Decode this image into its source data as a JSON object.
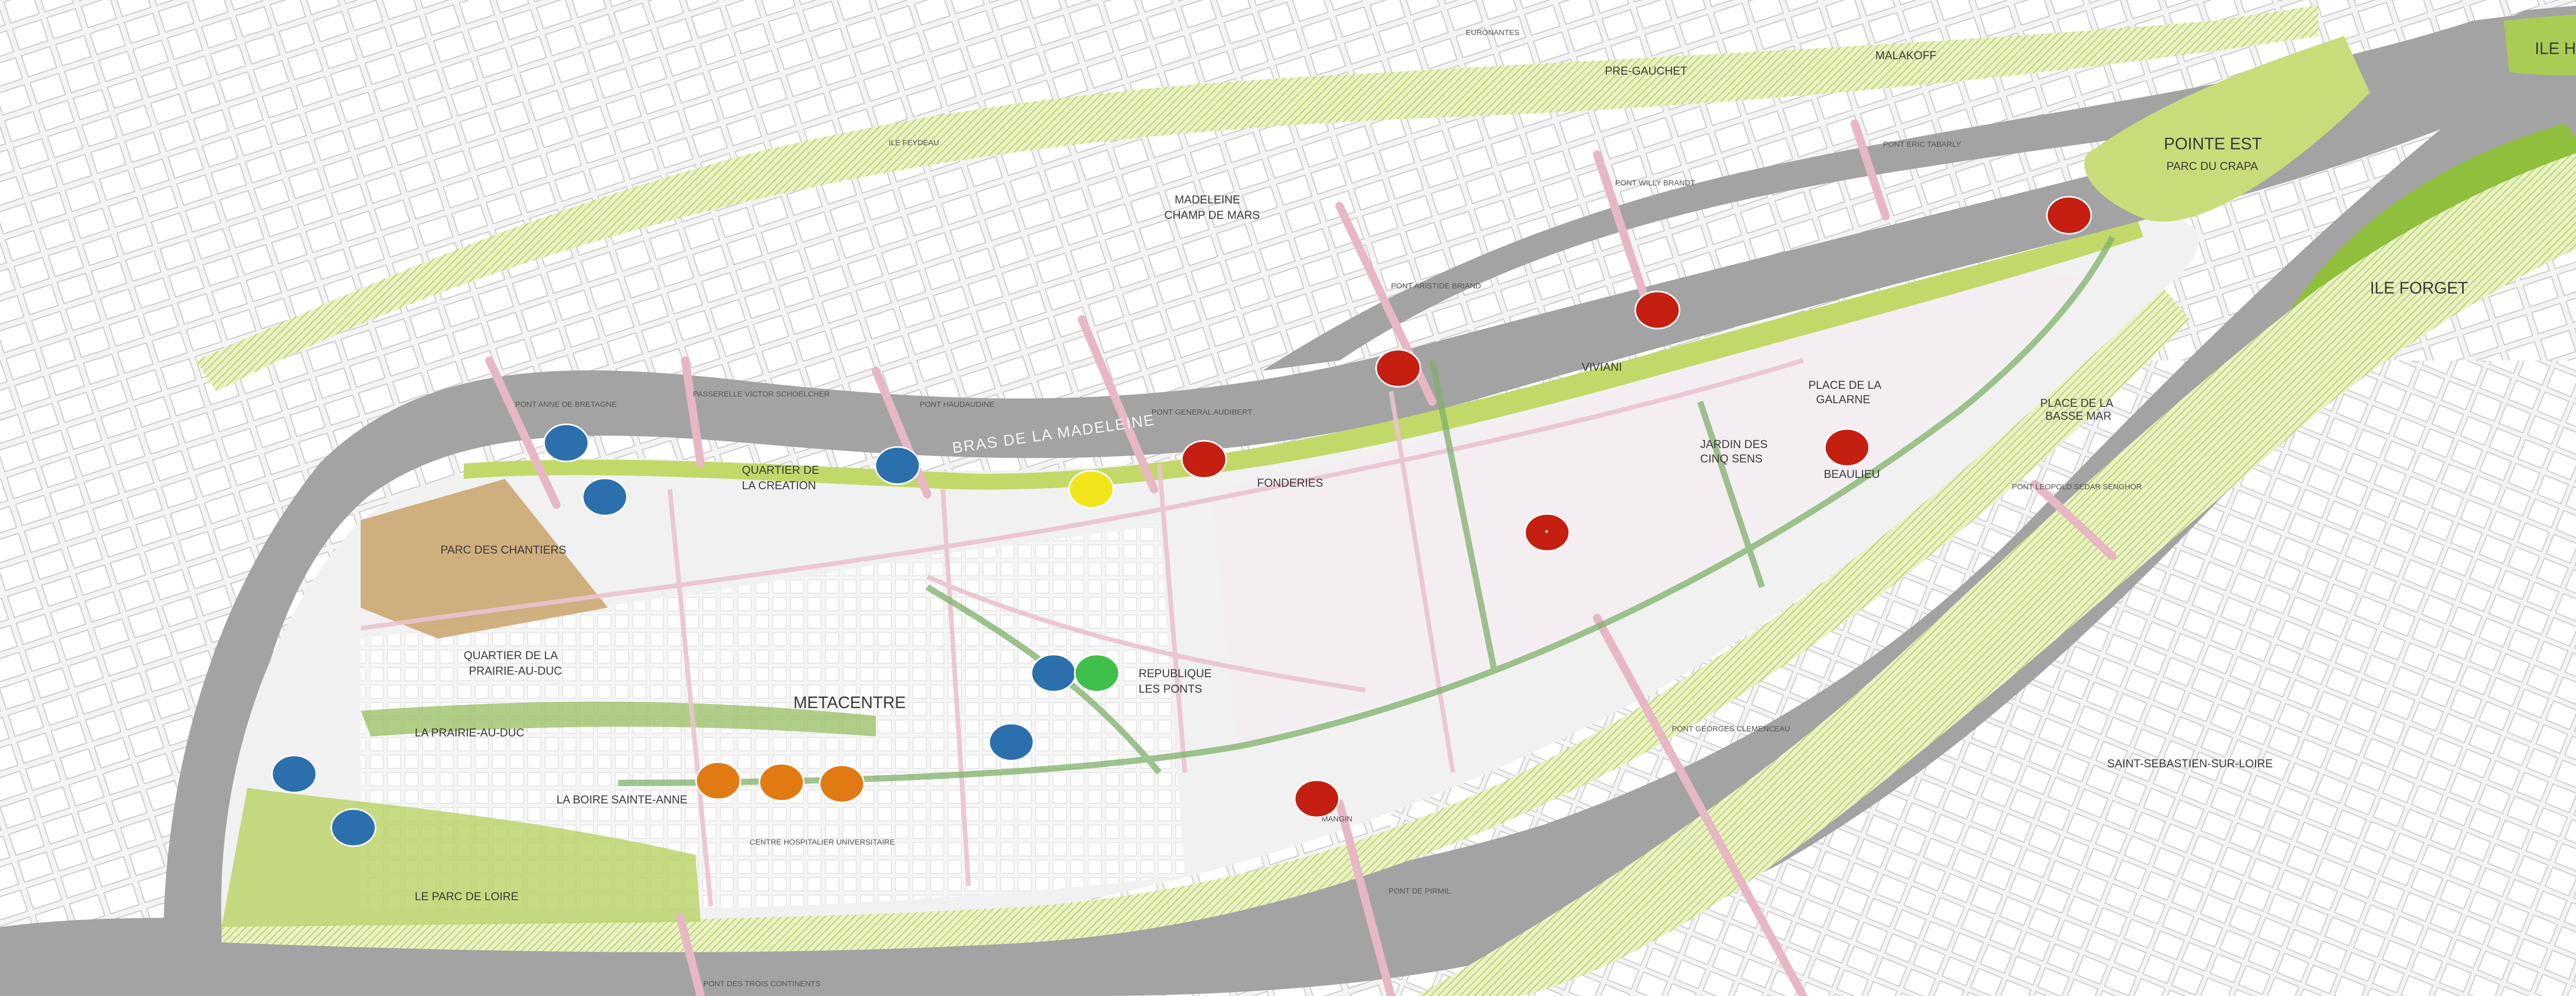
{
  "map": {
    "colors": {
      "river": "#a3a3a3",
      "land": "#f2f2f2",
      "building": "#ffffff",
      "street_outline": "#c8c8c8",
      "green_hatch": "#c9dc7a",
      "green_solid": "#8fbf3c",
      "green_path": "#7fb06a",
      "pink_road": "#e8b7c4",
      "plaza": "#c9a36a"
    },
    "labels": {
      "bras_madeleine": "BRAS DE LA MADELEINE",
      "pointe_est": "POINTE EST",
      "parc_crapa": "PARC DU CRAPA",
      "ile_forget": "ILE FORGET",
      "ile_heron": "ILE HERON",
      "madeleine_l1": "MADELEINE",
      "madeleine_l2": "CHAMP DE MARS",
      "pre_gauchet": "PRE-GAUCHET",
      "malakoff": "MALAKOFF",
      "viviani": "VIVIANI",
      "fonderies": "FONDERIES",
      "quartier_creation_l1": "QUARTIER DE",
      "quartier_creation_l2": "LA CREATION",
      "parc_chantiers": "PARC DES CHANTIERS",
      "prairie_duc_quartier_l1": "QUARTIER DE LA",
      "prairie_duc_quartier_l2": "PRAIRIE-AU-DUC",
      "metacentre": "METACENTRE",
      "republique_l1": "REPUBLIQUE",
      "republique_l2": "LES PONTS",
      "la_prairie": "LA PRAIRIE-AU-DUC",
      "boire": "LA BOIRE SAINTE-ANNE",
      "parc_loire": "LE PARC DE LOIRE",
      "chu": "CENTRE HOSPITALIER UNIVERSITAIRE",
      "jardin_l1": "JARDIN DES",
      "jardin_l2": "CINQ SENS",
      "place_galarne_l1": "PLACE DE LA",
      "place_galarne_l2": "GALARNE",
      "beaulieu": "BEAULIEU",
      "place_basse_mar_l1": "PLACE DE LA",
      "place_basse_mar_l2": "BASSE MAR",
      "saint_sebastien": "SAINT-SEBASTIEN-SUR-LOIRE",
      "pont_anne": "PONT ANNE DE BRETAGNE",
      "passerelle": "PASSERELLE VICTOR SCHOELCHER",
      "pont_haudaudine": "PONT HAUDAUDINE",
      "pont_audibert": "PONT GENERAL AUDIBERT",
      "pont_briand": "PONT ARISTIDE BRIAND",
      "pont_brandt": "PONT WILLY BRANDT",
      "pont_tabarly": "PONT ERIC TABARLY",
      "pont_senghor": "PONT LEOPOLD SEDAR SENGHOR",
      "pont_clemenceau": "PONT GEORGES CLEMENCEAU",
      "pont_pirmil": "PONT DE PIRMIL",
      "pont_trois": "PONT DES TROIS CONTINENTS",
      "mangin": "MANGIN",
      "ile_feydeau": "ILE FEYDEAU",
      "euronantes": "EURONANTES"
    },
    "markers": [
      {
        "color": "#2c6fad"
      },
      {
        "color": "#2c6fad"
      },
      {
        "color": "#2c6fad"
      },
      {
        "color": "#2c6fad"
      },
      {
        "color": "#2c6fad"
      },
      {
        "color": "#2c6fad"
      },
      {
        "color": "#2c6fad"
      },
      {
        "color": "#f2e51c"
      },
      {
        "color": "#3ec04a"
      },
      {
        "color": "#e27a14"
      },
      {
        "color": "#e27a14"
      },
      {
        "color": "#e27a14"
      },
      {
        "color": "#c41f10"
      },
      {
        "color": "#c41f10"
      },
      {
        "color": "#c41f10"
      },
      {
        "color": "#c41f10"
      },
      {
        "color": "#c41f10"
      },
      {
        "color": "#c41f10"
      },
      {
        "color": "#c41f10"
      },
      {
        "color": "#c41f10"
      }
    ]
  }
}
